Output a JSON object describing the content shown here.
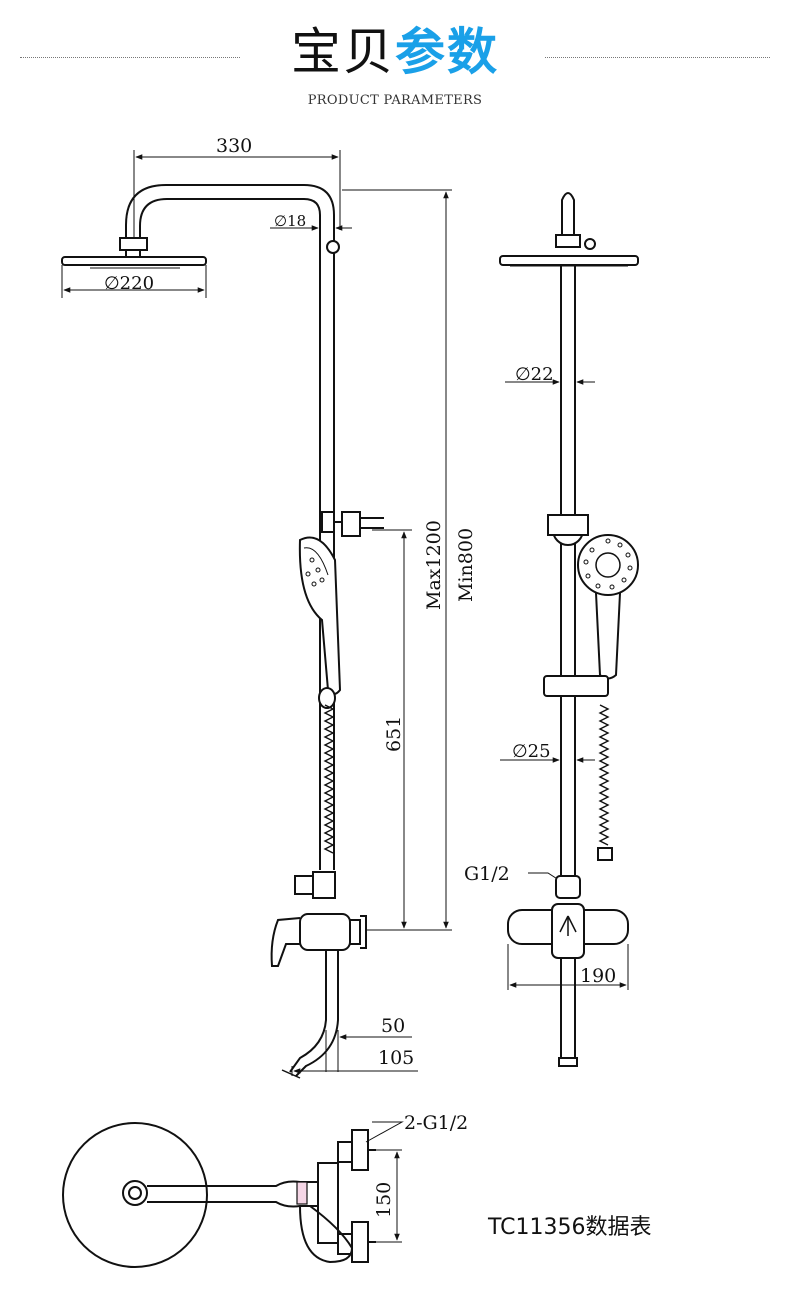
{
  "header": {
    "title_part1": "宝贝",
    "title_part2": "参数",
    "subtitle": "PRODUCT PARAMETERS"
  },
  "dimensions": {
    "arm_length": "330",
    "pipe_diameter": "∅18",
    "head_diameter": "∅220",
    "rail_diameter_top": "∅22",
    "rail_diameter_bottom": "∅25",
    "max_height": "Max1200",
    "min_height": "Min800",
    "holder_to_valve": "651",
    "inlet_thread": "G1/2",
    "valve_width": "190",
    "spout_offset": "50",
    "spout_reach": "105",
    "inlets": "2-G1/2",
    "inlet_spacing": "150"
  },
  "model_label": "TC11356数据表",
  "colors": {
    "accent": "#1aa0e8",
    "line": "#111111"
  }
}
